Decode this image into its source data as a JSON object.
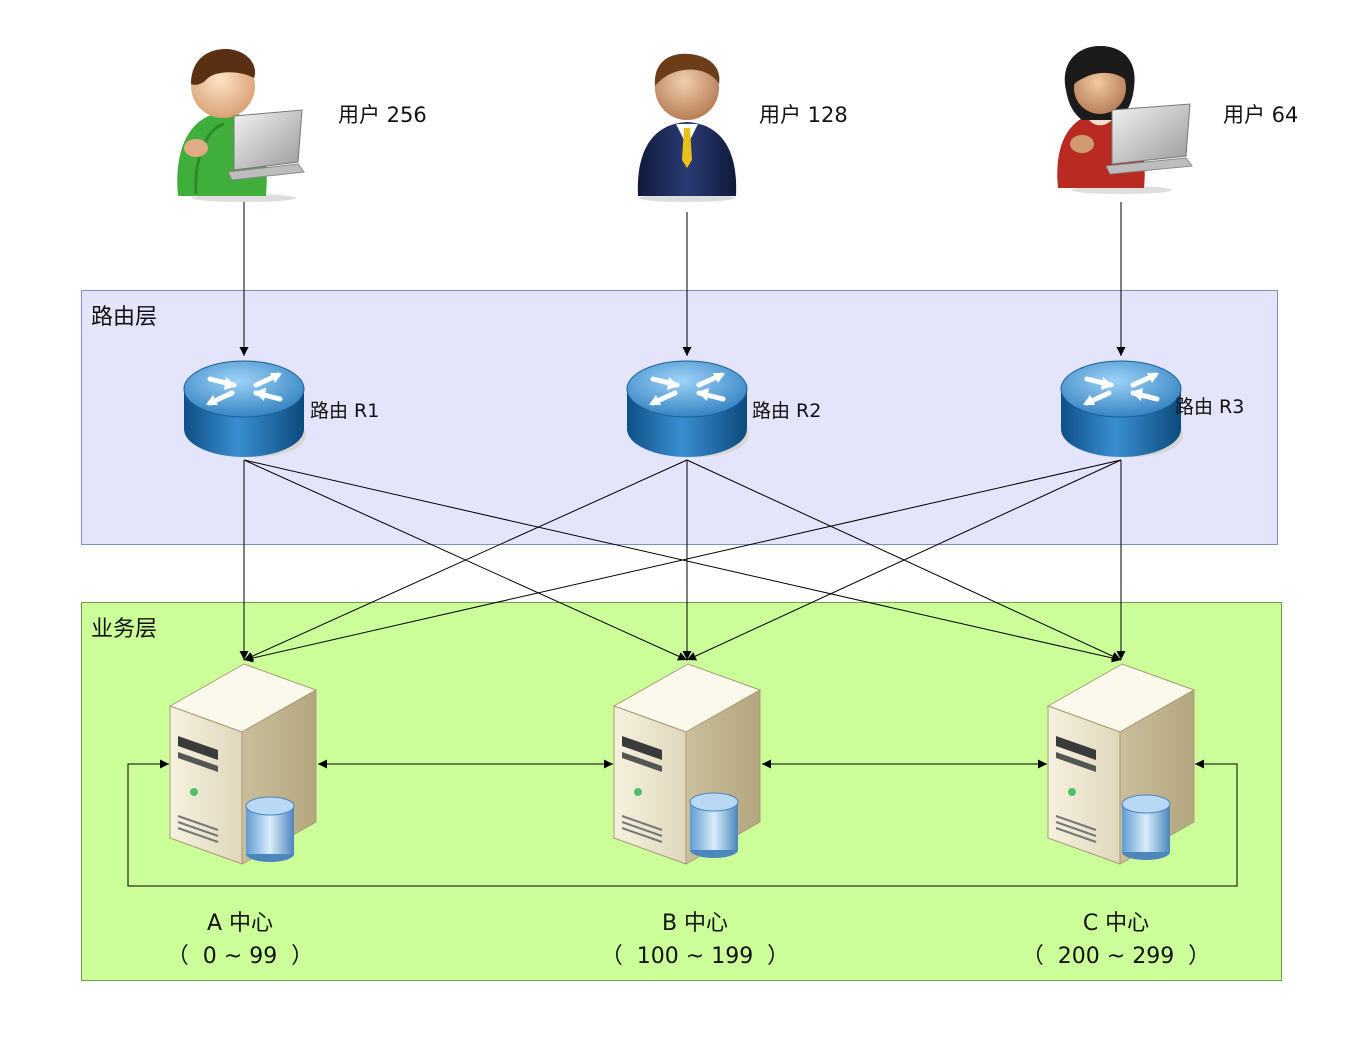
{
  "users": [
    {
      "label": "用户 256",
      "icon": "user-laptop-green-icon",
      "shirt": "#3fae3a"
    },
    {
      "label": "用户 128",
      "icon": "user-businessman-icon",
      "shirt": "#1c2a55"
    },
    {
      "label": "用户 64",
      "icon": "user-laptop-red-icon",
      "shirt": "#b82a22"
    }
  ],
  "routing_layer": {
    "title": "路由层",
    "color": "#e4e4fb"
  },
  "routers": [
    {
      "label": "路由 R1",
      "icon": "router-icon"
    },
    {
      "label": "路由 R2",
      "icon": "router-icon"
    },
    {
      "label": "路由 R3",
      "icon": "router-icon"
    }
  ],
  "service_layer": {
    "title": "业务层",
    "color": "#ccff99"
  },
  "centers": [
    {
      "name": "A 中心",
      "range": "（  0 ~ 99  ）",
      "icon": "server-database-icon"
    },
    {
      "name": "B 中心",
      "range": "（  100 ~ 199  ）",
      "icon": "server-database-icon"
    },
    {
      "name": "C 中心",
      "range": "（  200 ~ 299  ）",
      "icon": "server-database-icon"
    }
  ]
}
